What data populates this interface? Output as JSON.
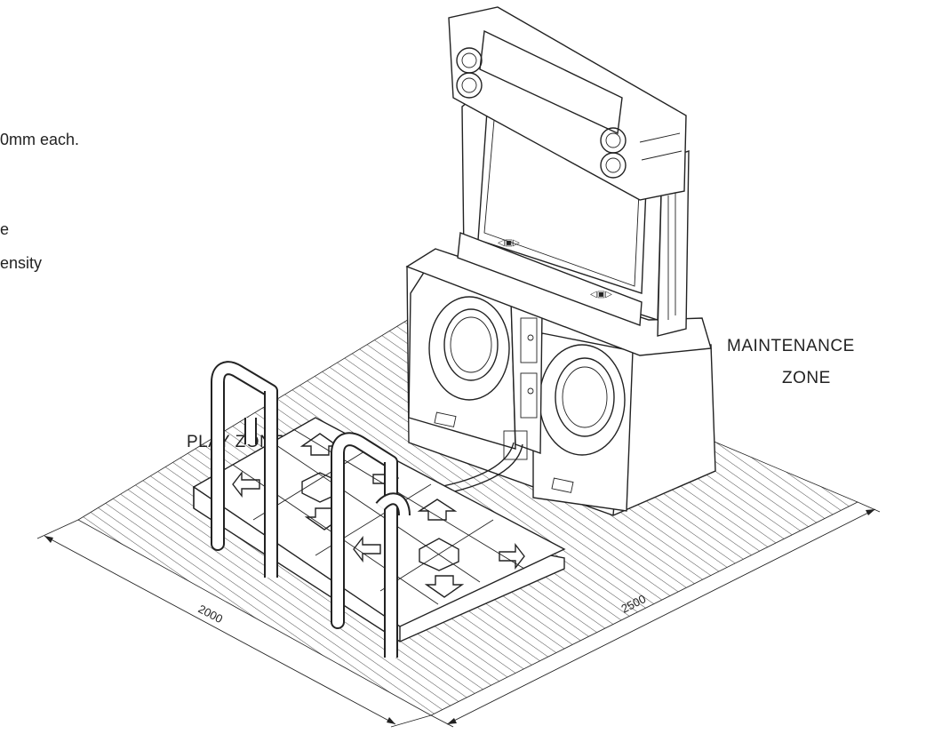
{
  "notes": {
    "line1": "0mm each.",
    "line2": "e",
    "line3": "ensity"
  },
  "zones": {
    "play": "PLAY ZONE",
    "maintenance_line1": "MAINTENANCE",
    "maintenance_line2": "ZONE"
  },
  "dimensions": {
    "width": "2000",
    "depth": "2500"
  },
  "colors": {
    "ink": "#222222",
    "paper": "#ffffff"
  }
}
